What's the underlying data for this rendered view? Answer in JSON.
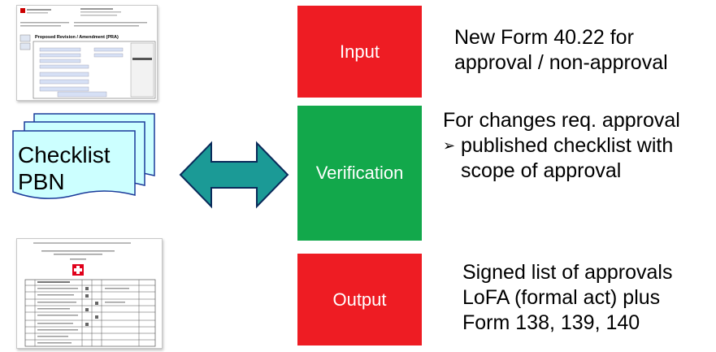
{
  "stages": [
    {
      "label": "Input",
      "color": "#ee1c23",
      "description": [
        "New Form 40.22 for",
        "approval / non-approval"
      ]
    },
    {
      "label": "Verification",
      "color": "#12a84b",
      "description_title": "For changes req. approval",
      "bullet_symbol": "➢",
      "bullet_lines": [
        "published checklist with",
        "scope of approval"
      ]
    },
    {
      "label": "Output",
      "color": "#ee1c23",
      "description": [
        "Signed list of approvals",
        "LoFA (formal act) plus",
        "Form 138, 139, 140"
      ]
    }
  ],
  "checklist": {
    "lines": [
      "Checklist",
      "PBN"
    ],
    "fill": "#ccffff"
  },
  "arrow": {
    "fill": "#1b9a96",
    "direction": "bidirectional"
  },
  "form_thumbnail": {
    "title": "Proposed Revision / Amendment (PRA)"
  }
}
